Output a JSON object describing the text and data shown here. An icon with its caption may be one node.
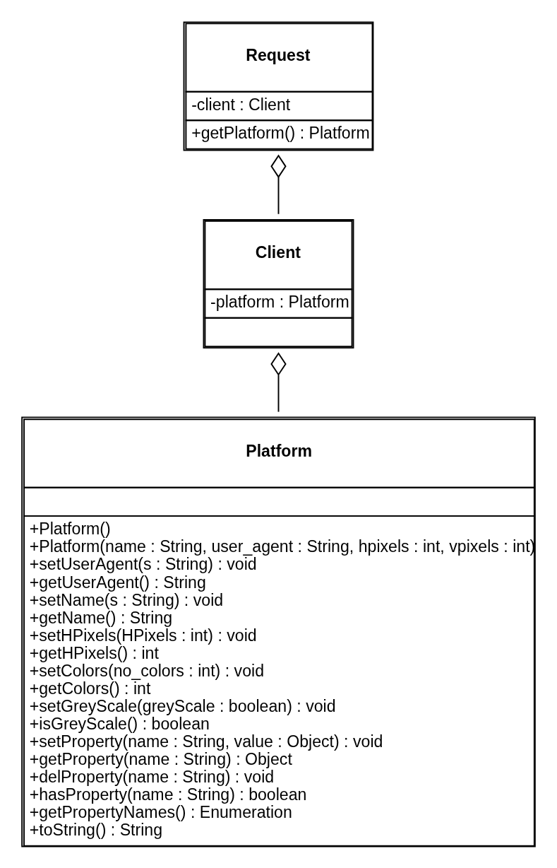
{
  "diagram": {
    "nodes": [
      {
        "text": [
          "Request",
          "-client : Client",
          "+getPlatform() : Platform"
        ]
      },
      {
        "text": [
          "Client",
          "-platform : Platform"
        ]
      },
      {
        "text": [
          "Platform",
          "+Platform()",
          "+Platform(name : String, user_agent : String, hpixels : int, vpixels : int)",
          "+setUserAgent(s : String) : void",
          "+getUserAgent() : String",
          "+setName(s : String) : void",
          "+getName() : String",
          "+setHPixels(HPixels : int) : void",
          "+getHPixels() : int",
          "+setColors(no_colors : int) : void",
          "+getColors() : int",
          "+setGreyScale(greyScale : boolean) : void",
          "+isGreyScale() : boolean",
          "+setProperty(name : String, value : Object) : void",
          "+getProperty(name : String) : Object",
          "+delProperty(name : String) : void",
          "+hasProperty(name : String) : boolean",
          "+getPropertyNames() : Enumeration",
          "+toString() : String"
        ]
      }
    ],
    "edges": [
      {
        "from": 0,
        "to": 1,
        "arrow": "other"
      },
      {
        "from": 1,
        "to": 2,
        "arrow": "other"
      }
    ]
  }
}
